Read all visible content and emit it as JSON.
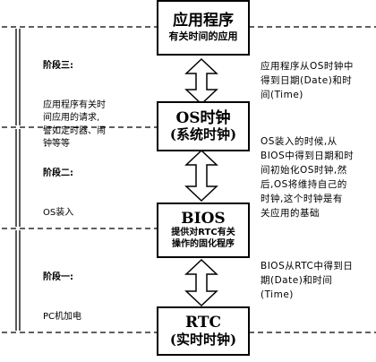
{
  "boxes": {
    "app": {
      "title": "应用程序",
      "subtitle": "有关时间的应用"
    },
    "os": {
      "title": "OS时钟",
      "subtitle": "(系统时钟)"
    },
    "bios": {
      "title": "BIOS",
      "subtitle": "提供对RTC有关\n操作的固化程序"
    },
    "rtc": {
      "title": "RTC",
      "subtitle": "(实时时钟)"
    }
  },
  "stages": {
    "stage3": {
      "heading": "阶段三:",
      "body": "应用程序有关时\n间应用的请求,\n譬如定时器、闹\n钟等等"
    },
    "stage2": {
      "heading": "阶段二:",
      "body": "OS装入"
    },
    "stage1": {
      "heading": "阶段一:",
      "body": "PC机加电"
    }
  },
  "notes": {
    "app_os": "应用程序从OS时钟中\n得到日期(Date)和时\n间(Time)",
    "os_bios": "OS装入的时候,从\nBIOS中得到日期和时\n间初始化OS时钟,然\n后,OS将维持自己的\n时钟,这个时钟是有\n关应用的基础",
    "bios_rtc": "BIOS从RTC中得到日\n期(Date)和时间\n(Time)"
  }
}
